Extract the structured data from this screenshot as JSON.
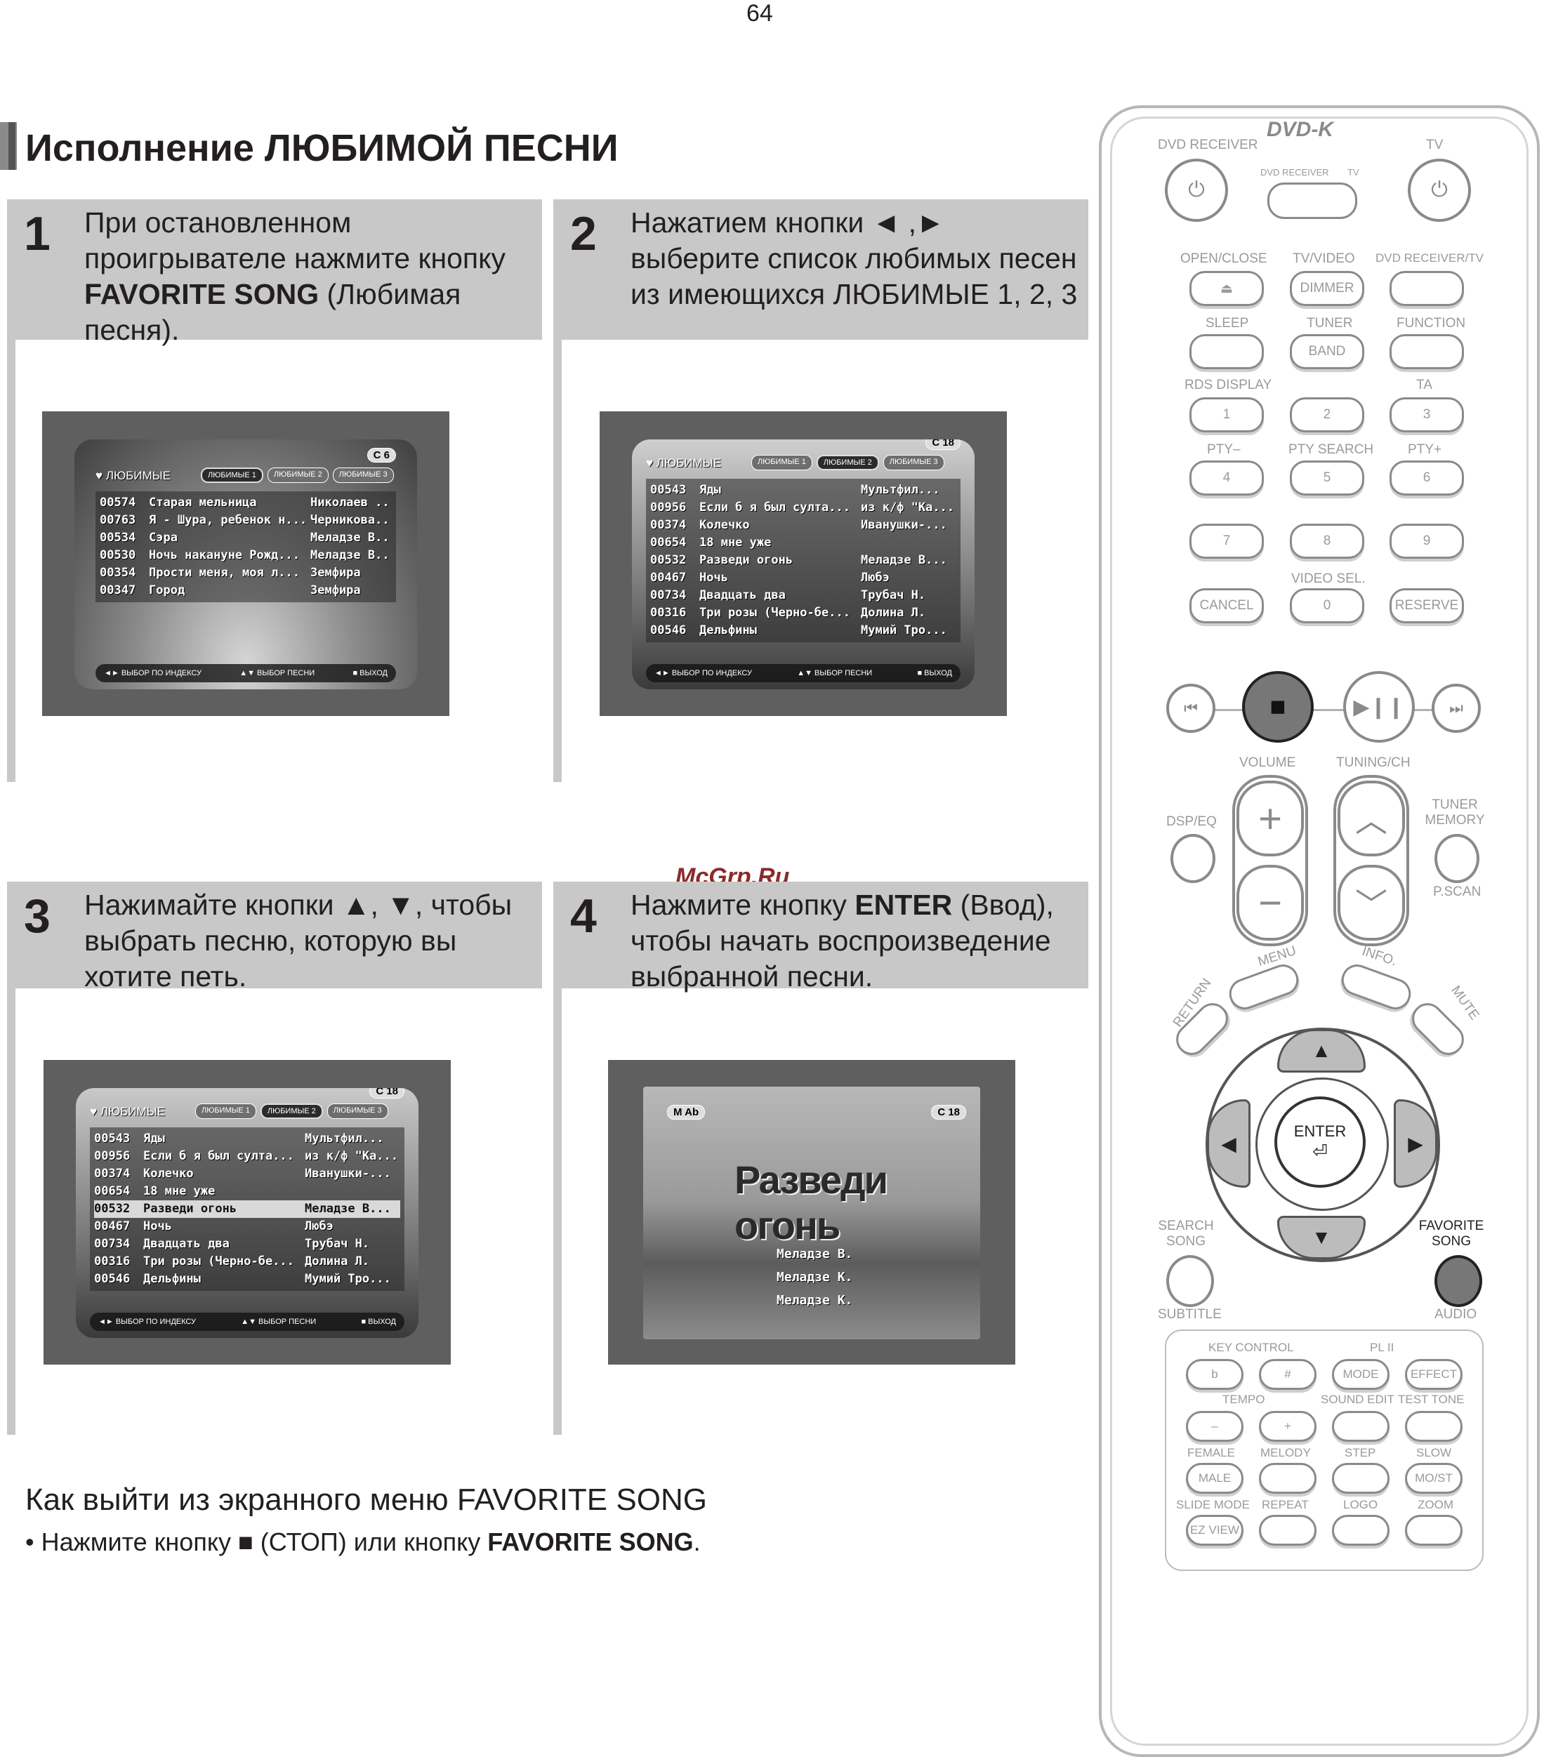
{
  "page_number": "64",
  "title": "Исполнение ЛЮБИМОЙ ПЕСНИ",
  "watermark": "McGrp.Ru",
  "steps": [
    {
      "num": "1",
      "text_html": "При остановленном проигрывателе нажмите кнопку <b>FAVORITE SONG</b> (Любимая песня)."
    },
    {
      "num": "2",
      "text_html": "Нажатием кнопки ◄ ,► выберите список любимых песен из имеющихся ЛЮБИМЫЕ 1, 2, 3"
    },
    {
      "num": "3",
      "text_html": "Нажимайте кнопки ▲, ▼, чтобы выбрать песню, которую вы хотите петь."
    },
    {
      "num": "4",
      "text_html": "Нажмите кнопку <b>ENTER</b> (Ввод), чтобы начать воспроизведение выбранной песни."
    }
  ],
  "osd": {
    "menu_title": "♥ ЛЮБИМЫЕ",
    "tabs": [
      "ЛЮБИМЫЕ 1",
      "ЛЮБИМЫЕ 2",
      "ЛЮБИМЫЕ 3"
    ],
    "footer": [
      "◄► ВЫБОР ПО ИНДЕКСУ",
      "▲▼ ВЫБОР ПЕСНИ",
      "■ ВЫХОД"
    ],
    "screen1": {
      "rating": "C 6",
      "rows": [
        [
          "00574",
          "Старая мельница",
          "Николаев ..."
        ],
        [
          "00763",
          "Я - Шура, ребенок н...",
          "Черникова..."
        ],
        [
          "00534",
          "Сэра",
          "Меладзе В..."
        ],
        [
          "00530",
          "Ночь накануне Рожд...",
          "Меладзе В..."
        ],
        [
          "00354",
          "Прости меня, моя л...",
          "Земфира"
        ],
        [
          "00347",
          "Город",
          "Земфира"
        ]
      ]
    },
    "screen2": {
      "rating": "C 18",
      "rows": [
        [
          "00543",
          "Яды",
          "Мультфил..."
        ],
        [
          "00956",
          "Если б я был султа...",
          "из к/ф \"Ка..."
        ],
        [
          "00374",
          "Колечко",
          "Иванушки-..."
        ],
        [
          "00654",
          "18 мне уже",
          ""
        ],
        [
          "00532",
          "Разведи огонь",
          "Меладзе В..."
        ],
        [
          "00467",
          "Ночь",
          "Любэ"
        ],
        [
          "00734",
          "Двадцать два",
          "Трубач Н."
        ],
        [
          "00316",
          "Три розы (Черно-бе...",
          "Долина Л."
        ],
        [
          "00546",
          "Дельфины",
          "Мумий Тро..."
        ]
      ]
    },
    "screen4": {
      "rating": "C 18",
      "mode": "M Ab",
      "song": "Разведи огонь",
      "credits": [
        "Меладзе В.",
        "Меладзе К.",
        "Меладзе К."
      ]
    }
  },
  "exit": {
    "title": "Как выйти из экранного меню FAVORITE SONG",
    "text_html": "• Нажмите кнопку ■ (СТОП) или кнопку <b>FAVORITE SONG</b>."
  },
  "remote": {
    "logo": "DVD-K",
    "labels": {
      "dvd_receiver": "DVD RECEIVER",
      "tv": "TV",
      "dvd_receiver_small": "DVD RECEIVER",
      "tv_small": "TV",
      "open_close": "OPEN/CLOSE",
      "tv_video": "TV/VIDEO",
      "dvd_receiver_tv": "DVD RECEIVER/TV",
      "sleep": "SLEEP",
      "tuner": "TUNER",
      "function": "FUNCTION",
      "rds_display": "RDS DISPLAY",
      "ta": "TA",
      "pty_minus": "PTY–",
      "pty_search": "PTY SEARCH",
      "pty_plus": "PTY+",
      "video_sel": "VIDEO SEL.",
      "volume": "VOLUME",
      "tuning_ch": "TUNING/CH",
      "dsp_eq": "DSP/EQ",
      "tuner_memory": "TUNER MEMORY",
      "p_scan": "P.SCAN",
      "menu": "MENU",
      "info": "INFO.",
      "return": "RETURN",
      "mute": "MUTE",
      "enter": "ENTER",
      "search_song": "SEARCH SONG",
      "favorite_song": "FAVORITE SONG",
      "subtitle": "SUBTITLE",
      "audio": "AUDIO",
      "key_control": "KEY CONTROL",
      "pl2": "PL II",
      "tempo": "TEMPO",
      "sound_edit": "SOUND EDIT",
      "test_tone": "TEST TONE",
      "female": "FEMALE",
      "melody": "MELODY",
      "step": "STEP",
      "slow": "SLOW",
      "slide_mode": "SLIDE MODE",
      "repeat": "REPEAT",
      "logo_lbl": "LOGO",
      "zoom": "ZOOM"
    },
    "buttons": {
      "dimmer": "DIMMER",
      "band": "BAND",
      "cancel": "CANCEL",
      "reserve": "RESERVE",
      "n1": "1",
      "n2": "2",
      "n3": "3",
      "n4": "4",
      "n5": "5",
      "n6": "6",
      "n7": "7",
      "n8": "8",
      "n9": "9",
      "n0": "0",
      "flat": "b",
      "sharp": "#",
      "mode": "MODE",
      "effect": "EFFECT",
      "minus": "–",
      "plus": "+",
      "male": "MALE",
      "mo_st": "MO/ST",
      "ez_view": "EZ VIEW"
    }
  }
}
